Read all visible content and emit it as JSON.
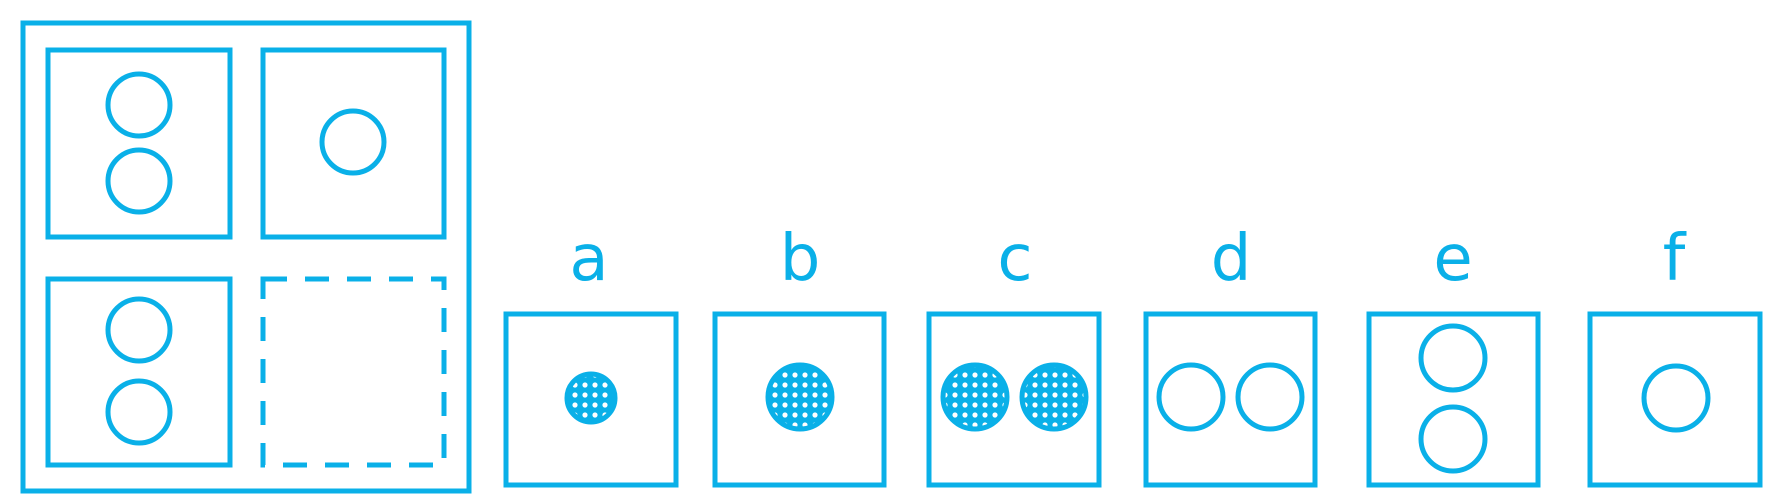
{
  "colors": {
    "stroke": "#0ab0e8",
    "background": "#ffffff"
  },
  "matrix": {
    "cells": [
      {
        "position": "top-left",
        "circles": 2,
        "arrangement": "vertical",
        "fill": "none"
      },
      {
        "position": "top-right",
        "circles": 1,
        "arrangement": "single",
        "fill": "none"
      },
      {
        "position": "bottom-left",
        "circles": 2,
        "arrangement": "vertical",
        "fill": "none"
      },
      {
        "position": "bottom-right",
        "circles": 0,
        "missing": true
      }
    ]
  },
  "options": [
    {
      "label": "a",
      "circles": 1,
      "arrangement": "single",
      "fill": "dotted",
      "size": "small"
    },
    {
      "label": "b",
      "circles": 1,
      "arrangement": "single",
      "fill": "dotted",
      "size": "medium"
    },
    {
      "label": "c",
      "circles": 2,
      "arrangement": "horizontal",
      "fill": "dotted",
      "size": "medium"
    },
    {
      "label": "d",
      "circles": 2,
      "arrangement": "horizontal",
      "fill": "none",
      "size": "medium"
    },
    {
      "label": "e",
      "circles": 2,
      "arrangement": "vertical",
      "fill": "none",
      "size": "medium"
    },
    {
      "label": "f",
      "circles": 1,
      "arrangement": "single",
      "fill": "none",
      "size": "medium"
    }
  ]
}
